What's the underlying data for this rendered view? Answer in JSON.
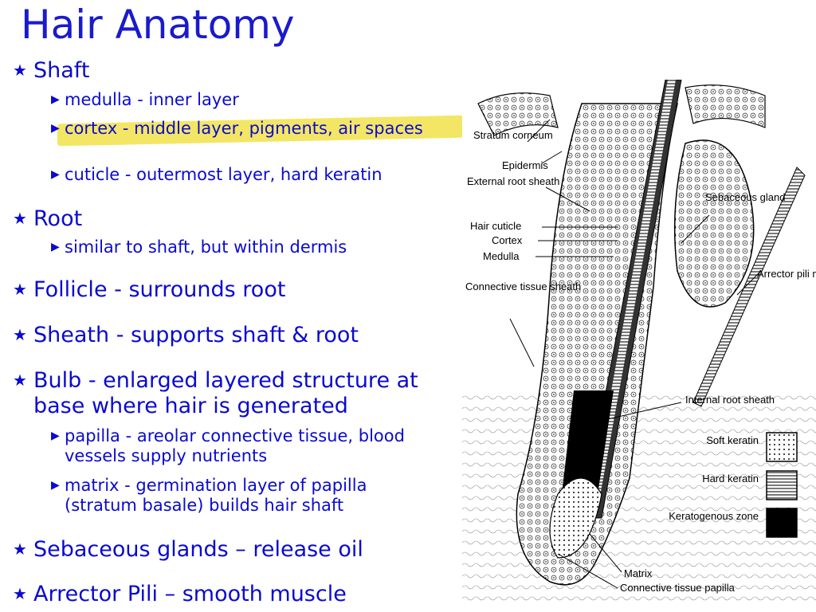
{
  "title": "Hair Anatomy",
  "bullets": [
    {
      "text": "Shaft",
      "children": [
        "medulla - inner layer",
        "cortex - middle layer, pigments, air spaces",
        "cuticle - outermost layer, hard keratin"
      ]
    },
    {
      "text": "Root",
      "children": [
        "similar to shaft, but within dermis"
      ]
    },
    {
      "text": "Follicle - surrounds root",
      "children": []
    },
    {
      "text": "Sheath - supports shaft & root",
      "children": []
    },
    {
      "text": "Bulb - enlarged layered structure at base where hair is generated",
      "children": [
        "papilla - areolar connective tissue, blood vessels supply nutrients",
        "matrix - germination layer of papilla (stratum basale) builds hair shaft"
      ]
    },
    {
      "text": "Sebaceous glands – release oil",
      "children": []
    },
    {
      "text": "Arrector Pili – smooth muscle",
      "children": []
    }
  ],
  "figure": {
    "labels": {
      "stratum_corneum": "Stratum corneum",
      "epidermis": "Epidermis",
      "external_root_sheath": "External root sheath",
      "hair_cuticle": "Hair cuticle",
      "cortex": "Cortex",
      "medulla": "Medulla",
      "connective_tissue_sheath": "Connective tissue sheath",
      "sebaceous_gland": "Sebaceous gland",
      "arrector_pili_muscle": "Arrector pili muscle",
      "internal_root_sheath": "Internal root sheath",
      "matrix": "Matrix",
      "connective_tissue_papilla": "Connective tissue papilla"
    },
    "legend": [
      {
        "label": "Soft keratin",
        "pattern": "dots"
      },
      {
        "label": "Hard keratin",
        "pattern": "lines"
      },
      {
        "label": "Keratogenous zone",
        "pattern": "solid"
      }
    ]
  },
  "colors": {
    "text": "#0a0ad0",
    "highlight": "#f2e24a"
  }
}
